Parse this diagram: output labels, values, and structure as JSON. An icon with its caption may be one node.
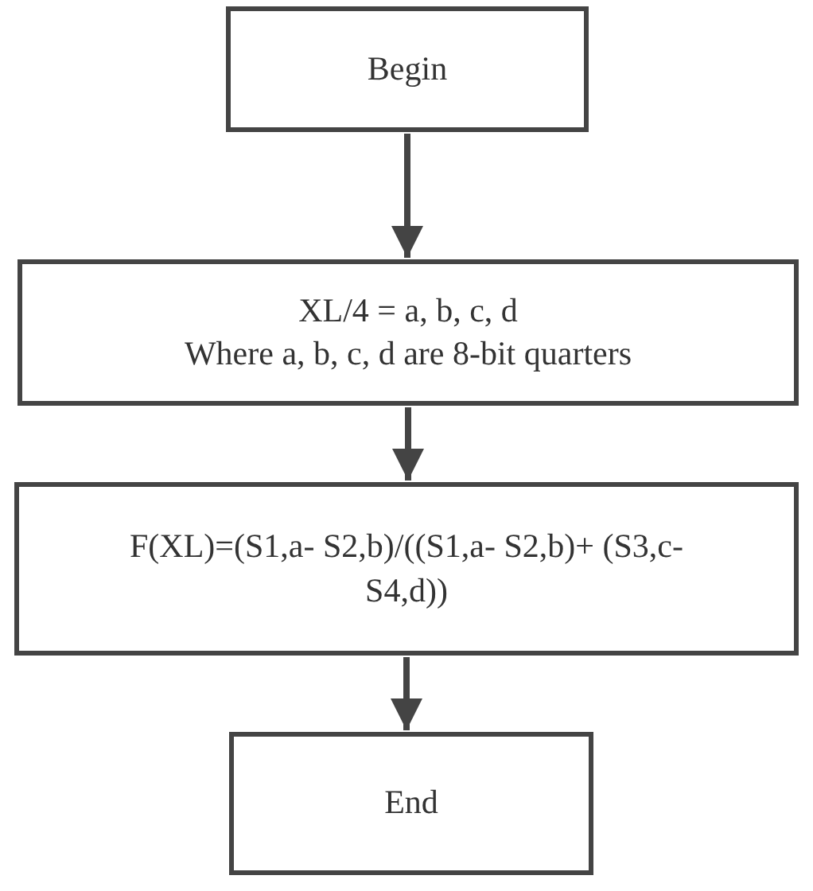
{
  "diagram": {
    "nodes": [
      {
        "text": [
          "Begin"
        ]
      },
      {
        "text": [
          "XL/4 = a, b, c, d",
          "Where a, b, c, d are 8-bit quarters"
        ]
      },
      {
        "text": [
          "F(XL)=(S1,a- S2,b)/((S1,a- S2,b)+ (S3,c-S4,d))"
        ]
      },
      {
        "text": [
          "End"
        ]
      }
    ],
    "edges": [
      {
        "from": 0,
        "to": 1,
        "arrow": "to"
      },
      {
        "from": 1,
        "to": 2,
        "arrow": "to"
      },
      {
        "from": 2,
        "to": 3,
        "arrow": "to"
      }
    ]
  }
}
